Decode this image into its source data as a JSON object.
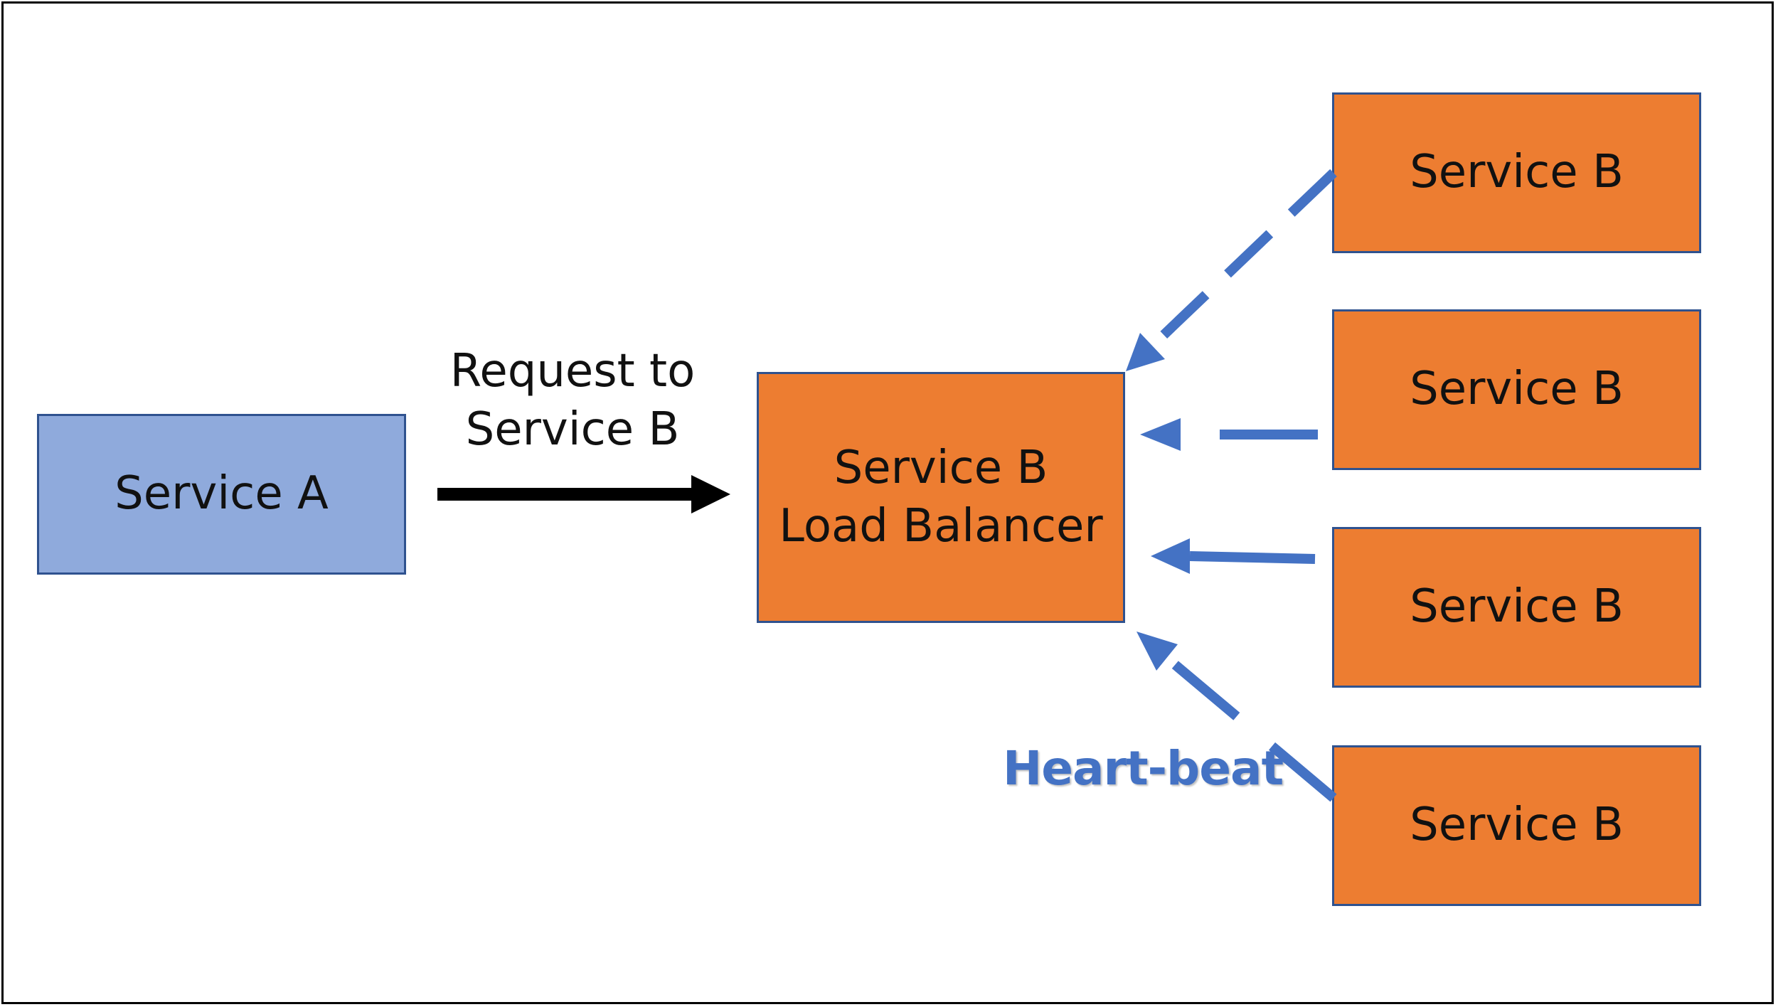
{
  "service_a": {
    "label": "Service A"
  },
  "request_label": {
    "line1": "Request to",
    "line2": "Service B"
  },
  "load_balancer": {
    "line1": "Service B",
    "line2": "Load Balancer"
  },
  "instances": [
    {
      "label": "Service B"
    },
    {
      "label": "Service B"
    },
    {
      "label": "Service B"
    },
    {
      "label": "Service B"
    }
  ],
  "heartbeat_label": "Heart-beat",
  "colors": {
    "service_a_fill": "#8faadc",
    "service_b_fill": "#ed7d31",
    "box_border": "#2f528f",
    "heartbeat": "#4472c4",
    "request_arrow": "#000000"
  }
}
